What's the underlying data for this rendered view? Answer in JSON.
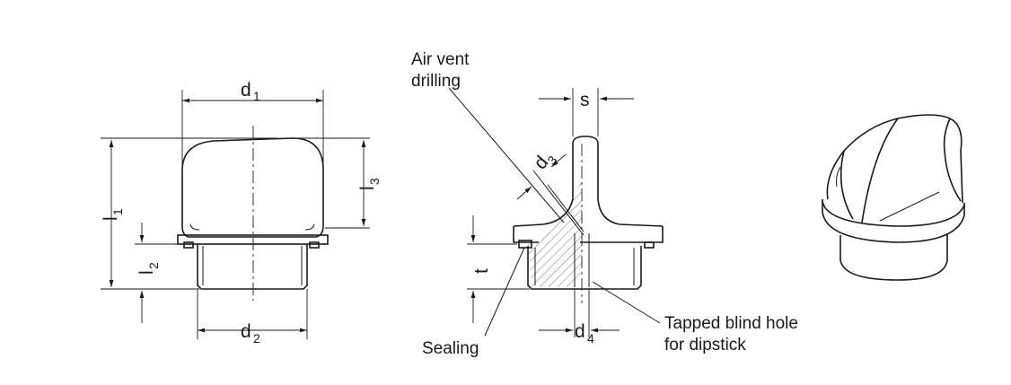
{
  "dimensions": {
    "d1": {
      "main": "d",
      "sub": "1"
    },
    "d2": {
      "main": "d",
      "sub": "2"
    },
    "d3": {
      "main": "d",
      "sub": "3"
    },
    "d4": {
      "main": "d",
      "sub": "4"
    },
    "l1": {
      "main": "l",
      "sub": "1"
    },
    "l2": {
      "main": "l",
      "sub": "2"
    },
    "l3": {
      "main": "l",
      "sub": "3"
    },
    "s": "s",
    "t": "t"
  },
  "callouts": {
    "air_vent_line1": "Air vent",
    "air_vent_line2": "drilling",
    "sealing": "Sealing",
    "tapped_line1": "Tapped blind hole",
    "tapped_line2": "for dipstick"
  }
}
